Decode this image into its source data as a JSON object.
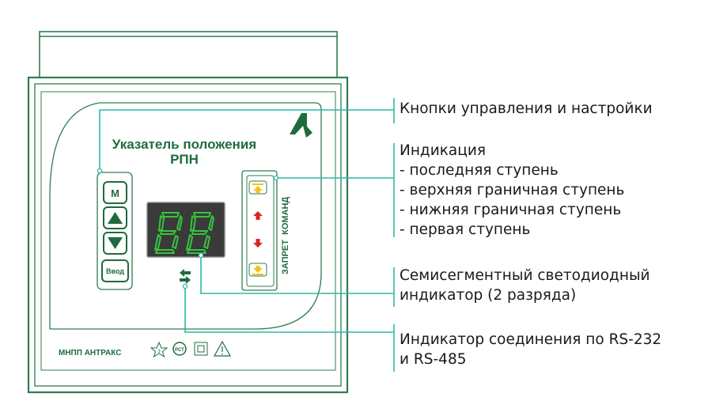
{
  "device": {
    "title_line1": "Указатель положения",
    "title_line2": "РПН",
    "logo_glyph": "Λ",
    "brand": "МНПП АНТРАКС",
    "mark_star": "3",
    "mark_pct": "РСТ",
    "vertical_label": "ЗАПРЕТ  КОМАНД",
    "colors": {
      "frame": "#2e7d4f",
      "display_bg": "#3a3a3a",
      "segment_on": "#35c43e",
      "leader": "#2fb8a3",
      "arrow_red": "#e0221e",
      "arrow_yellow": "#f2c21a"
    }
  },
  "buttons": [
    {
      "id": "m",
      "label": "М",
      "icon": "letter"
    },
    {
      "id": "up",
      "label": "",
      "icon": "triangle-up-icon"
    },
    {
      "id": "down",
      "label": "",
      "icon": "triangle-down-icon"
    },
    {
      "id": "enter",
      "label": "Ввод",
      "icon": "text"
    }
  ],
  "indicators": [
    {
      "name": "last-step",
      "icon": "arrow-up-to-bar-icon",
      "color": "yellow"
    },
    {
      "name": "upper-limit",
      "icon": "arrow-up-icon",
      "color": "red"
    },
    {
      "name": "lower-limit",
      "icon": "arrow-down-icon",
      "color": "red"
    },
    {
      "name": "first-step",
      "icon": "arrow-down-to-bar-icon",
      "color": "yellow"
    }
  ],
  "callouts": {
    "buttons": {
      "lines": [
        "Кнопки управления и настройки"
      ]
    },
    "indication": {
      "lines": [
        "Индикация",
        "- последняя ступень",
        "- верхняя граничная ступень",
        "- нижняя граничная ступень",
        "- первая ступень"
      ]
    },
    "display": {
      "lines": [
        "Семисегментный светодиодный",
        "индикатор (2 разряда)"
      ]
    },
    "connection": {
      "lines": [
        "Индикатор соединения по RS-232",
        "и RS-485"
      ]
    }
  }
}
